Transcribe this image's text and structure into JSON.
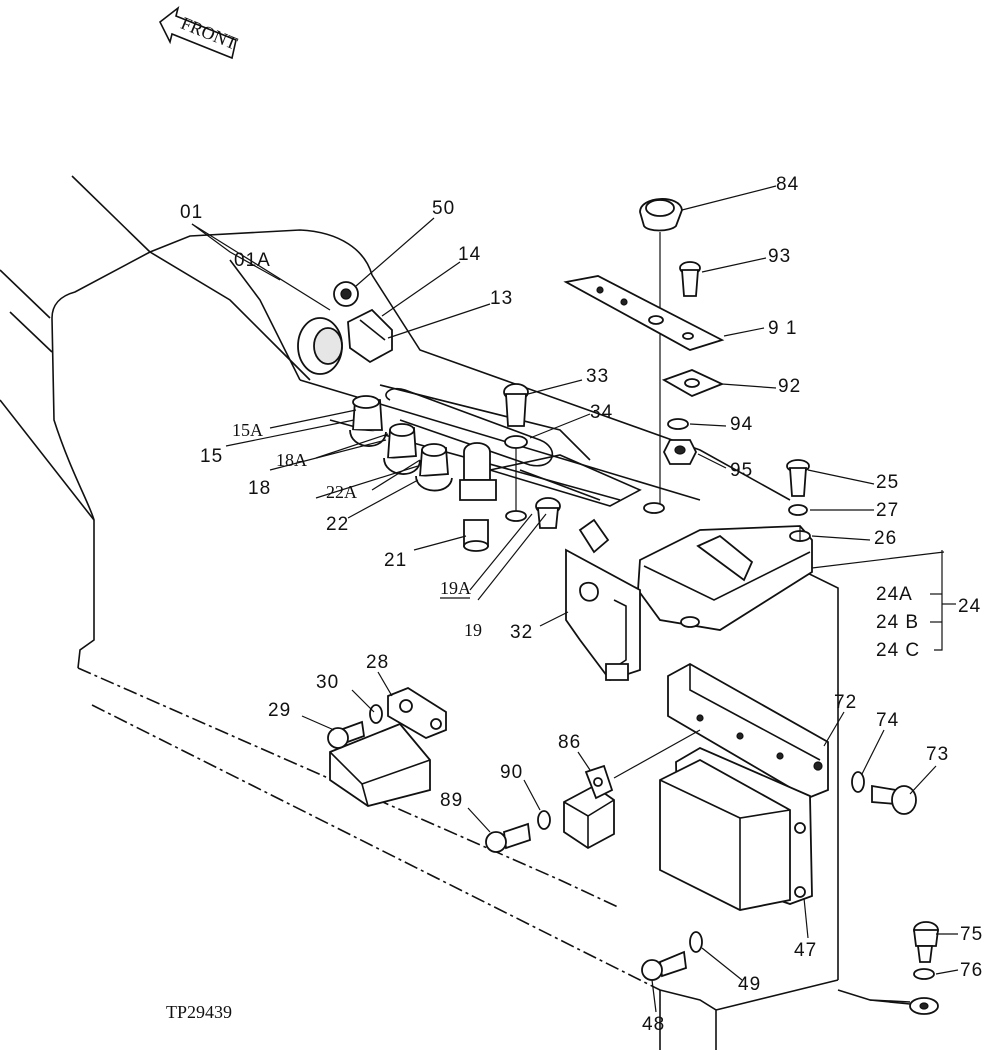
{
  "front_arrow_label": "FRONT",
  "drawing_code": "TP29439",
  "callouts": {
    "p01": "01",
    "p01A": "01A",
    "p50": "50",
    "p14": "14",
    "p13": "13",
    "p84": "84",
    "p93": "93",
    "p91": "9 1",
    "p92": "92",
    "p94": "94",
    "p95": "95",
    "p33": "33",
    "p34": "34",
    "p15A": "15A",
    "p15": "15",
    "p18A": "18A",
    "p18": "18",
    "p22A": "22A",
    "p22": "22",
    "p21": "21",
    "p19A": "19A",
    "p19": "19",
    "p32": "32",
    "p25": "25",
    "p27": "27",
    "p26": "26",
    "p24A": "24A",
    "p24B": "24 B",
    "p24C": "24 C",
    "p24": "24",
    "p28": "28",
    "p30": "30",
    "p29": "29",
    "p72": "72",
    "p74": "74",
    "p73": "73",
    "p86": "86",
    "p90": "90",
    "p89": "89",
    "p47": "47",
    "p49": "49",
    "p48": "48",
    "p75": "75",
    "p76": "76"
  }
}
